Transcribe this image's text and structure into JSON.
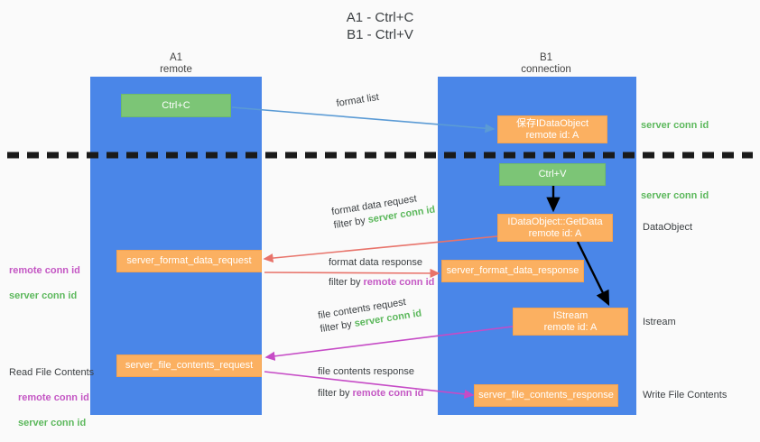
{
  "title": "A1 - Ctrl+C\nB1 - Ctrl+V",
  "lanes": [
    {
      "id": "a1",
      "name": "A1",
      "sub": "remote"
    },
    {
      "id": "b1",
      "name": "B1",
      "sub": "connection"
    }
  ],
  "colors": {
    "lane": "#4a86e8",
    "green_box": "#7cc576",
    "orange_box": "#fbb061",
    "green_text": "#5cb85c",
    "magenta_text": "#c457c4",
    "arrow_blue": "#5b9bd5",
    "arrow_red": "#e8736a",
    "arrow_magenta": "#c64bc6",
    "arrow_black": "#000000",
    "divider": "#1a1a1a",
    "background": "#fafafa"
  },
  "boxes": [
    {
      "id": "ctrl-c",
      "kind": "green",
      "lines": [
        "Ctrl+C"
      ]
    },
    {
      "id": "save-idataobject",
      "kind": "orange",
      "lines": [
        "保存IDataObject",
        "remote id: A"
      ]
    },
    {
      "id": "ctrl-v",
      "kind": "green",
      "lines": [
        "Ctrl+V"
      ]
    },
    {
      "id": "idataobject-getdata",
      "kind": "orange",
      "lines": [
        "IDataObject::GetData",
        "remote id: A"
      ]
    },
    {
      "id": "server-format-data-request",
      "kind": "orange",
      "lines": [
        "server_format_data_request"
      ]
    },
    {
      "id": "server-format-data-response",
      "kind": "orange",
      "lines": [
        "server_format_data_response"
      ]
    },
    {
      "id": "istream",
      "kind": "orange",
      "lines": [
        "IStream",
        "remote id: A"
      ]
    },
    {
      "id": "server-file-contents-request",
      "kind": "orange",
      "lines": [
        "server_file_contents_request"
      ]
    },
    {
      "id": "server-file-contents-response",
      "kind": "orange",
      "lines": [
        "server_file_contents_response"
      ]
    }
  ],
  "edge_labels": [
    {
      "id": "format-list",
      "line1": "format list",
      "line2": "",
      "filter_prefix": "",
      "filter_word": "",
      "filter_color": ""
    },
    {
      "id": "format-data-request",
      "line1": "format data request",
      "line2": "filter by ",
      "filter_word": "server conn id",
      "filter_color": "green"
    },
    {
      "id": "format-data-response",
      "line1": "format data response",
      "line2": "filter by ",
      "filter_word": "remote conn id",
      "filter_color": "magenta"
    },
    {
      "id": "file-contents-request",
      "line1": "file contents request",
      "line2": "filter by ",
      "filter_word": "server conn id",
      "filter_color": "green"
    },
    {
      "id": "file-contents-response",
      "line1": "file contents response",
      "line2": "filter by ",
      "filter_word": "remote conn id",
      "filter_color": "magenta"
    }
  ],
  "right_notes": [
    {
      "id": "server-conn-id-top",
      "text": "server conn id",
      "style": "green"
    },
    {
      "id": "server-conn-id-second",
      "text": "server conn id",
      "style": "green"
    },
    {
      "id": "dataobject",
      "text": "DataObject",
      "style": "plain"
    },
    {
      "id": "istream-label",
      "text": "Istream",
      "style": "plain"
    },
    {
      "id": "write-file-contents",
      "text": "Write File Contents",
      "style": "plain"
    }
  ],
  "left_notes": [
    {
      "id": "conn-ids-upper",
      "remote": "remote conn id",
      "server": "server conn id",
      "heading": ""
    },
    {
      "id": "read-file-contents",
      "heading": "Read File Contents",
      "remote": "remote conn id",
      "server": "server conn id"
    }
  ]
}
